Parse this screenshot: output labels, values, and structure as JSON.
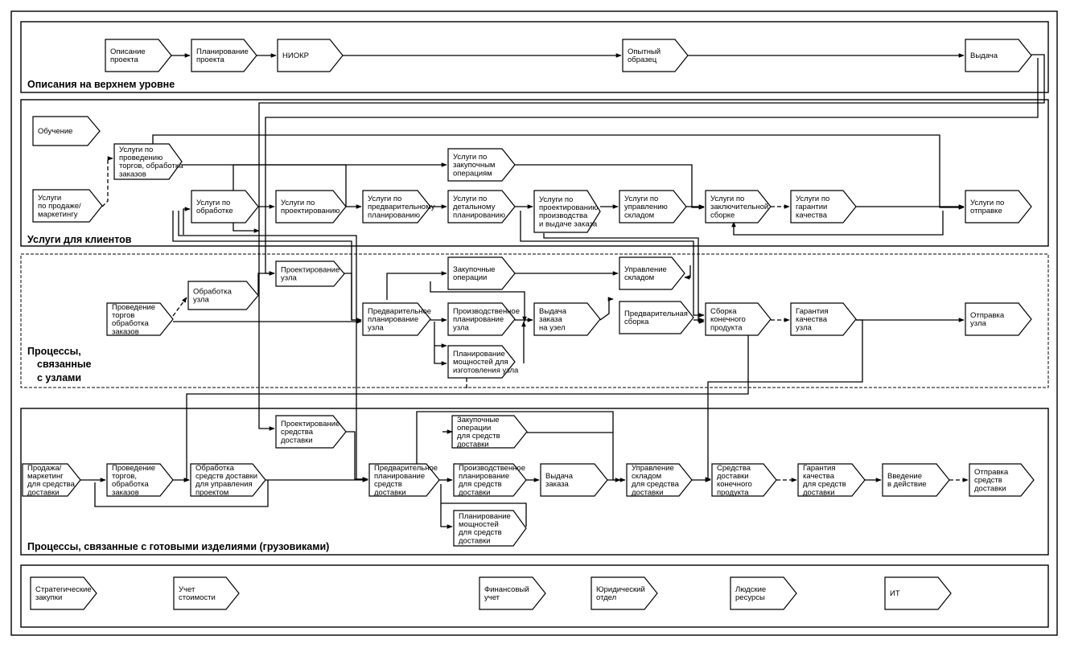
{
  "lanes": [
    {
      "id": "top",
      "label": [
        "Описания на верхнем уровне"
      ]
    },
    {
      "id": "clients",
      "label": [
        "Услуги для клиентов"
      ]
    },
    {
      "id": "nodes",
      "label": [
        "Процессы,",
        "связанные",
        "с узлами"
      ]
    },
    {
      "id": "products",
      "label": [
        "Процессы, связанные с готовыми изделиями (грузовиками)"
      ]
    },
    {
      "id": "support",
      "label": []
    }
  ],
  "nodes": {
    "n_opis": [
      "Описание",
      "проекта"
    ],
    "n_plan": [
      "Планирование",
      "проекта"
    ],
    "n_niokr": [
      "НИОКР"
    ],
    "n_opyt": [
      "Опытный",
      "образец"
    ],
    "n_vyd": [
      "Выдача"
    ],
    "n_obuch": [
      "Обучение"
    ],
    "n_usl_torg": [
      "Услуги по",
      "проведению",
      "торгов, обработка",
      "заказов"
    ],
    "n_usl_zak": [
      "Услуги по",
      "закупочным",
      "операциям"
    ],
    "n_usl_prod": [
      "Услуги",
      "по продаже/",
      "маркетингу"
    ],
    "n_usl_obr": [
      "Услуги по",
      "обработке"
    ],
    "n_usl_proekt": [
      "Услуги по",
      "проектированию"
    ],
    "n_usl_predv": [
      "Услуги по",
      "предварительному",
      "планированию"
    ],
    "n_usl_det": [
      "Услуги по",
      "детальному",
      "планированию"
    ],
    "n_usl_pr_proizv": [
      "Услуги по",
      "проектированию",
      "производства",
      "и выдаче заказа"
    ],
    "n_usl_sklad": [
      "Услуги по",
      "управлению",
      "складом"
    ],
    "n_usl_sborka": [
      "Услуги по",
      "заключительной",
      "сборке"
    ],
    "n_usl_garant": [
      "Услуги по",
      "гарантии",
      "качества"
    ],
    "n_usl_otpr": [
      "Услуги по",
      "отправке"
    ],
    "u_proekt": [
      "Проектирование",
      "узла"
    ],
    "u_zakup": [
      "Закупочные",
      "операции"
    ],
    "u_sklad": [
      "Управление",
      "складом"
    ],
    "u_obr": [
      "Обработка",
      "узла"
    ],
    "u_torg": [
      "Проведение",
      "торгов",
      "обработка",
      "заказов"
    ],
    "u_predv": [
      "Предварительное",
      "планирование",
      "узла"
    ],
    "u_proizv": [
      "Производственное",
      "планирование",
      "узла"
    ],
    "u_vyd": [
      "Выдача",
      "заказа",
      "на узел"
    ],
    "u_predsb": [
      "Предварительная",
      "сборка"
    ],
    "u_sborka": [
      "Сборка",
      "конечного",
      "продукта"
    ],
    "u_garant": [
      "Гарантия",
      "качества",
      "узла"
    ],
    "u_otpr": [
      "Отправка",
      "узла"
    ],
    "u_mosch": [
      "Планирование",
      "мощностей для",
      "изготовления узла"
    ],
    "p_proekt": [
      "Проектирование",
      "средства",
      "доставки"
    ],
    "p_zakup": [
      "Закупочные",
      "операции",
      "для средств",
      "доставки"
    ],
    "p_prod": [
      "Продажа/",
      "маркетинг",
      "для средства",
      "доставки"
    ],
    "p_torg": [
      "Проведение",
      "торгов,",
      "обработка",
      "заказов"
    ],
    "p_obr": [
      "Обработка",
      "средств доставки",
      "для управления",
      "проектом"
    ],
    "p_predv": [
      "Предварительное",
      "планирование",
      "средств",
      "доставки"
    ],
    "p_proizv": [
      "Производственное",
      "планирование",
      "для средств",
      "доставки"
    ],
    "p_vyd": [
      "Выдача",
      "заказа"
    ],
    "p_sklad": [
      "Управление",
      "складом",
      "для средства",
      "доставки"
    ],
    "p_sredstva": [
      "Средства",
      "доставки",
      "конечного",
      "продукта"
    ],
    "p_garant": [
      "Гарантия",
      "качества",
      "для средств",
      "доставки"
    ],
    "p_vved": [
      "Введение",
      "в действие"
    ],
    "p_otpr": [
      "Отправка",
      "средств",
      "доставки"
    ],
    "p_mosch": [
      "Планирование",
      "мощностей",
      "для средств",
      "доставки"
    ],
    "s_strat": [
      "Стратегические",
      "закупки"
    ],
    "s_uchet": [
      "Учет",
      "стоимости"
    ],
    "s_fin": [
      "Финансовый",
      "учет"
    ],
    "s_yur": [
      "Юридический",
      "отдел"
    ],
    "s_lyud": [
      "Людские",
      "ресурсы"
    ],
    "s_it": [
      "ИТ"
    ]
  }
}
